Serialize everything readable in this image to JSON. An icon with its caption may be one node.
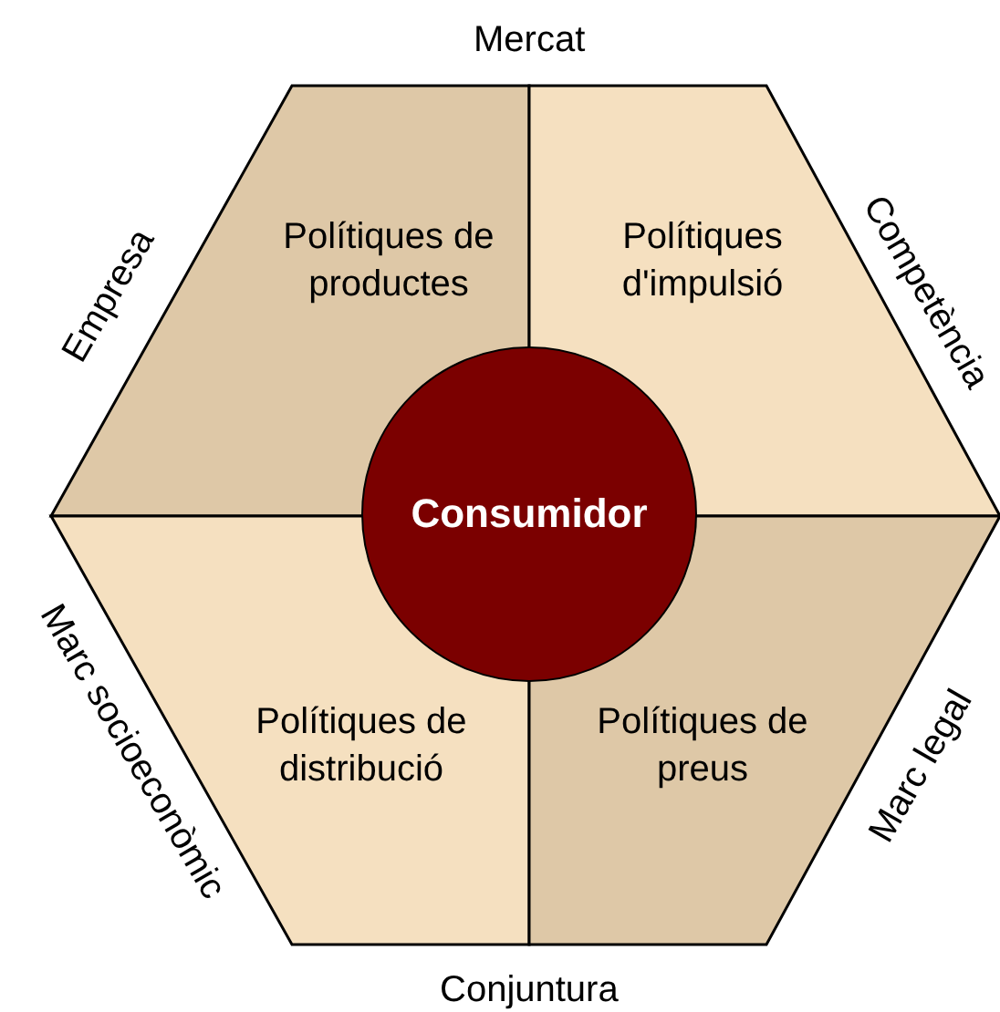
{
  "diagram": {
    "nodes": [
      {
        "text": [
          "Polítiques de productes"
        ]
      },
      {
        "text": [
          "Polítiques d'impulsió"
        ]
      },
      {
        "text": [
          "Consumidor"
        ]
      },
      {
        "text": [
          "Polítiques de distribució"
        ]
      },
      {
        "text": [
          "Polítiques de preus"
        ]
      }
    ],
    "edges": [],
    "labels": [
      "Mercat",
      "Empresa",
      "Competència",
      "Marc socioeconòmic",
      "Marc legal",
      "Conjuntura"
    ]
  }
}
